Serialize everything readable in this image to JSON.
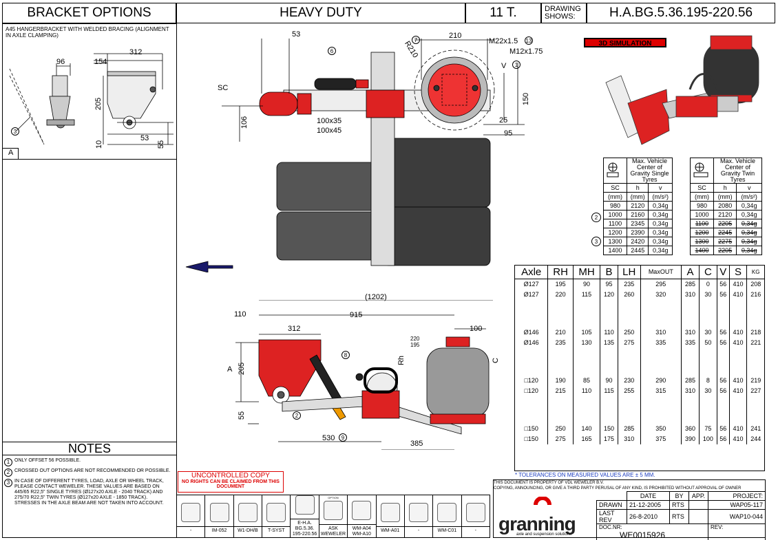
{
  "header": {
    "bracket_options": "BRACKET OPTIONS",
    "title": "HEAVY DUTY",
    "tonnage": "11 T.",
    "drawing_shows_label": "DRAWING SHOWS:",
    "drawing_number": "H.A.BG.5.36.195-220.56"
  },
  "bracket": {
    "desc": "A45 HANGERBRACKET WITH WELDED BRACING (ALIGNMENT IN AXLE CLAMPING)",
    "label": "A",
    "dims": {
      "d96": "96",
      "d154": "154",
      "d312": "312",
      "d205": "205",
      "d10": "10",
      "d53": "53",
      "d55": "55",
      "ref3": "3"
    }
  },
  "top_view": {
    "dims": {
      "d53": "53",
      "d210": "210",
      "r210": "R210",
      "m22": "M22x1.5",
      "m12": "M12x1.75",
      "sc": "SC",
      "d106": "106",
      "d100x35": "100x35",
      "d100x45": "100x45",
      "d150": "150",
      "d25": "25",
      "d95": "95",
      "v": "V"
    },
    "refs": {
      "r6": "6",
      "r7": "7",
      "r13": "13",
      "r1": "1"
    }
  },
  "side_view": {
    "dims": {
      "d1202": "(1202)",
      "d110": "110",
      "d915": "915",
      "d312": "312",
      "d100": "100",
      "d220": "220",
      "d195": "195",
      "a": "A",
      "d205": "205",
      "d55": "55",
      "rh": "Rh",
      "c": "C",
      "d530": "530",
      "d385": "385"
    },
    "refs": {
      "r8": "8",
      "r2": "2",
      "r9": "9"
    }
  },
  "sim_label": "3D SIMULATION",
  "sc_single": {
    "title": "Max. Vehicle Center of Gravity Single Tyres",
    "h_label": "h",
    "headers": [
      "SC",
      "h",
      "v"
    ],
    "units": [
      "(mm)",
      "(mm)",
      "(m/s²)"
    ],
    "rows": [
      [
        "980",
        "2120",
        "0,34g"
      ],
      [
        "1000",
        "2160",
        "0,34g"
      ],
      [
        "1100",
        "2345",
        "0,34g"
      ],
      [
        "1200",
        "2390",
        "0,34g"
      ],
      [
        "1300",
        "2420",
        "0,34g"
      ],
      [
        "1400",
        "2445",
        "0,34g"
      ]
    ],
    "marks": [
      "2",
      "3"
    ]
  },
  "sc_twin": {
    "title": "Max. Vehicle Center of Gravity Twin Tyres",
    "h_label": "h",
    "headers": [
      "SC",
      "h",
      "v"
    ],
    "units": [
      "(mm)",
      "(mm)",
      "(m/s²)"
    ],
    "rows": [
      [
        "980",
        "2080",
        "0,34g"
      ],
      [
        "1000",
        "2120",
        "0,34g"
      ],
      [
        "1100",
        "2205",
        "0,34g"
      ],
      [
        "1200",
        "2245",
        "0,34g"
      ],
      [
        "1300",
        "2275",
        "0,34g"
      ],
      [
        "1400",
        "2205",
        "0,34g"
      ]
    ]
  },
  "axle_table": {
    "headers": [
      "Axle",
      "RH",
      "MH",
      "B",
      "LH",
      "MaxOUT",
      "A",
      "C",
      "V",
      "S",
      "KG"
    ],
    "groups": [
      [
        [
          "Ø127",
          "195",
          "90",
          "95",
          "235",
          "295",
          "285",
          "0",
          "56",
          "410",
          "208"
        ],
        [
          "Ø127",
          "220",
          "115",
          "120",
          "260",
          "320",
          "310",
          "30",
          "56",
          "410",
          "216"
        ]
      ],
      [
        [
          "Ø146",
          "210",
          "105",
          "110",
          "250",
          "310",
          "310",
          "30",
          "56",
          "410",
          "218"
        ],
        [
          "Ø146",
          "235",
          "130",
          "135",
          "275",
          "335",
          "335",
          "50",
          "56",
          "410",
          "221"
        ]
      ],
      [
        [
          "□120",
          "190",
          "85",
          "90",
          "230",
          "290",
          "285",
          "8",
          "56",
          "410",
          "219"
        ],
        [
          "□120",
          "215",
          "110",
          "115",
          "255",
          "315",
          "310",
          "30",
          "56",
          "410",
          "227"
        ]
      ],
      [
        [
          "□150",
          "250",
          "140",
          "150",
          "285",
          "350",
          "360",
          "75",
          "56",
          "410",
          "241"
        ],
        [
          "□150",
          "275",
          "165",
          "175",
          "310",
          "375",
          "390",
          "100",
          "56",
          "410",
          "244"
        ]
      ]
    ],
    "tolerance": "* TOLERANCES ON MEASURED VALUES ARE ± 5 MM."
  },
  "notes": {
    "title": "NOTES",
    "items": [
      {
        "n": "1",
        "text": "ONLY OFFSET 56 POSSIBLE."
      },
      {
        "n": "2",
        "text": "CROSSED OUT OPTIONS ARE NOT RECOMMENDED OR POSSIBLE."
      },
      {
        "n": "3",
        "text": "IN CASE OF DIFFERENT TYRES, LOAD, AXLE OR WHEEL TRACK, PLEASE CONTACT WEWELER. THESE VALUES ARE BASED ON 445/65 R22,5\" SINGLE TYRES (Ø127x20 AXLE - 2040 TRACK) AND 275/70 R22,5\" TWIN TYRES (Ø127x20 AXLE - 1850 TRACK). STRESSES IN THE AXLE BEAM ARE NOT TAKEN INTO ACCOUNT."
      }
    ]
  },
  "uncontrolled": {
    "title": "UNCONTROLLED COPY",
    "sub": "NO RIGHTS CAN BE CLAIMED FROM THIS DOCUMENT"
  },
  "parts": [
    {
      "label": "-",
      "icon": "hanger-icon"
    },
    {
      "label": "IM-052",
      "icon": "wrench-icon"
    },
    {
      "label": "W1-DH/B",
      "icon": "spring-icon"
    },
    {
      "label": "T-SYST",
      "icon": "tsyst-icon"
    },
    {
      "label": "E-H.A. BG.5.36. 195-220.56",
      "icon": "spray-icon"
    },
    {
      "label": "ASK WEWELER",
      "icon": "handshake-icon",
      "top": "OPTION"
    },
    {
      "label": "WM-A04 WM-A10",
      "icon": "mount-icon"
    },
    {
      "label": "WM-A01",
      "icon": "clamp-icon"
    },
    {
      "label": "-",
      "icon": "bracket-icon"
    },
    {
      "label": "WM-C01",
      "icon": "cup-icon"
    },
    {
      "label": "-",
      "icon": "empty-icon"
    }
  ],
  "title_block": {
    "property": "THIS DOCUMENT IS PROPERTY OF VDL WEWELER B.V.",
    "copyright": "COPYING, ANNOUNCING, OR GIVE A THIRD PARTY PERUSAL OF ANY KIND, IS PROHIBITED WITHOUT APPROVAL OF OWNER",
    "brand": "granning",
    "brand_sub": "axle and suspension solutions",
    "col_date": "DATE",
    "col_by": "BY",
    "col_app": "APP.",
    "col_project": "PROJECT:",
    "drawn_label": "DRAWN",
    "drawn_date": "21-12-2005",
    "drawn_by": "RTS",
    "drawn_project": "WAP05-117",
    "lastrev_label": "LAST REV",
    "lastrev_date": "26-8-2010",
    "lastrev_by": "RTS",
    "lastrev_project": "WAP10-044",
    "docnr_label": "DOC.NR:",
    "docnr": "WE0015926",
    "rev_label": "REV:"
  }
}
